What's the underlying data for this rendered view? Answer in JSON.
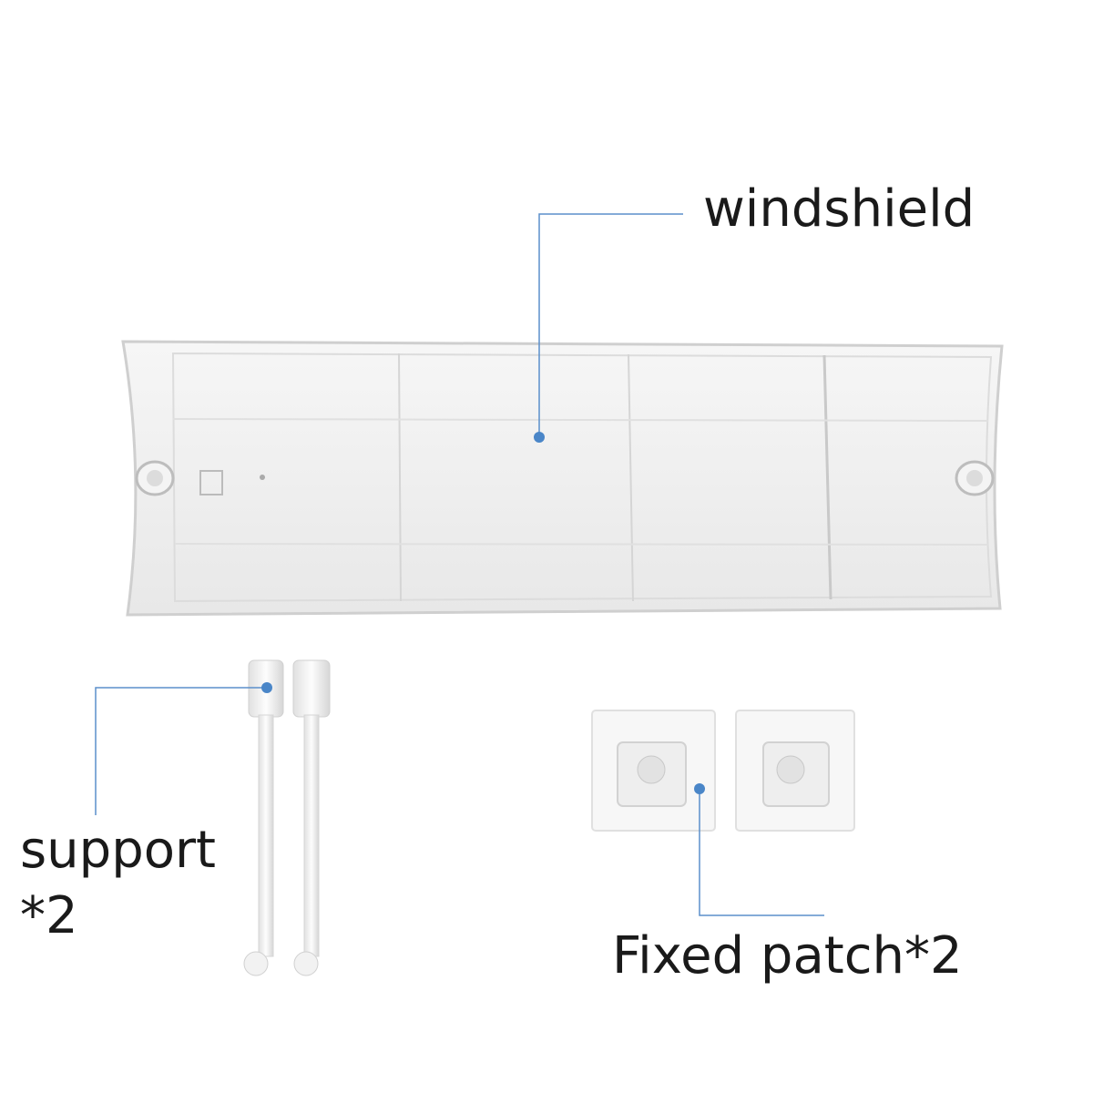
{
  "labels": {
    "windshield": "windshield",
    "support": "support",
    "support_qty": "*2",
    "patch": "Fixed patch*2"
  },
  "colors": {
    "leader": "#5b8fcb",
    "panel": "#f1f1f1",
    "edge": "#c8c8c8"
  }
}
